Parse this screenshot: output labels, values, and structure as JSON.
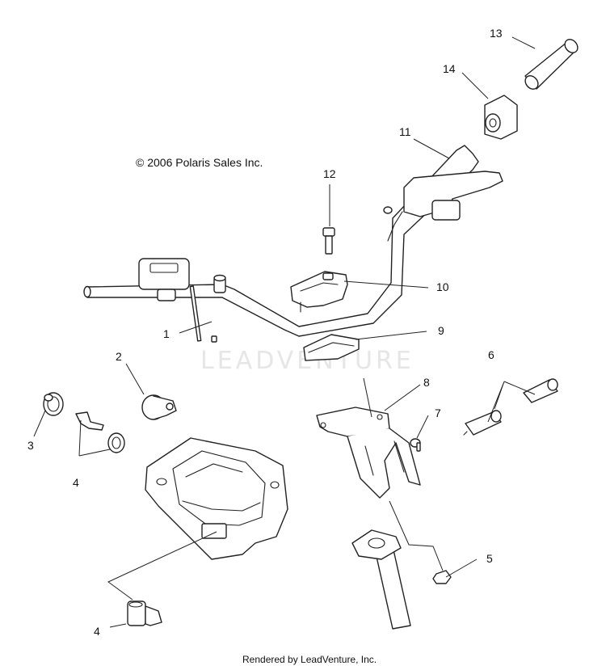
{
  "copyright": "© 2006 Polaris Sales Inc.",
  "watermark": "LEADVENTURE",
  "footer": "Rendered by LeadVenture, Inc.",
  "callouts": {
    "c1": "1",
    "c2": "2",
    "c3": "3",
    "c4a": "4",
    "c4b": "4",
    "c5": "5",
    "c6": "6",
    "c7": "7",
    "c8": "8",
    "c9": "9",
    "c10": "10",
    "c11": "11",
    "c12": "12",
    "c13": "13",
    "c14": "14"
  }
}
